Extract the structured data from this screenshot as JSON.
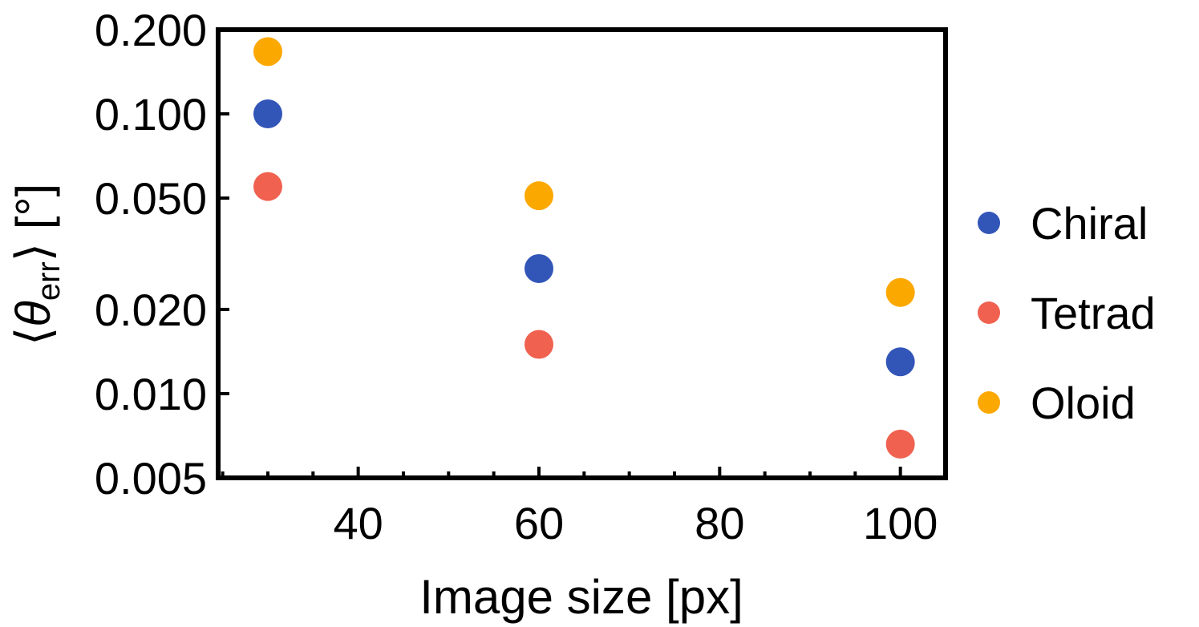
{
  "chart_data": {
    "type": "scatter",
    "title": "",
    "xlabel": "Image size [px]",
    "ylabel": "⟨θ_err⟩ [°]",
    "ylabel_parts": {
      "open": "⟨",
      "symbol": "θ",
      "subscript": "err",
      "close": "⟩",
      "unit": " [°]"
    },
    "x_scale": "linear",
    "y_scale": "log",
    "xlim": [
      24.5,
      105
    ],
    "ylim": [
      0.005,
      0.2
    ],
    "x_ticks": [
      40,
      60,
      80,
      100
    ],
    "x_tick_labels": [
      "40",
      "60",
      "80",
      "100"
    ],
    "x_minor_ticks": [
      25,
      30,
      35,
      45,
      50,
      55,
      65,
      70,
      75,
      85,
      90,
      95
    ],
    "y_ticks": [
      0.005,
      0.01,
      0.02,
      0.05,
      0.1,
      0.2
    ],
    "y_tick_labels": [
      "0.005",
      "0.010",
      "0.020",
      "0.050",
      "0.100",
      "0.200"
    ],
    "grid": false,
    "legend_position": "right",
    "x": [
      30,
      60,
      100
    ],
    "series": [
      {
        "name": "Chiral",
        "color": "#3255b8",
        "values": [
          0.1,
          0.028,
          0.013
        ]
      },
      {
        "name": "Tetrad",
        "color": "#f06150",
        "values": [
          0.055,
          0.015,
          0.0066
        ]
      },
      {
        "name": "Oloid",
        "color": "#fba800",
        "values": [
          0.167,
          0.051,
          0.023
        ]
      }
    ]
  }
}
